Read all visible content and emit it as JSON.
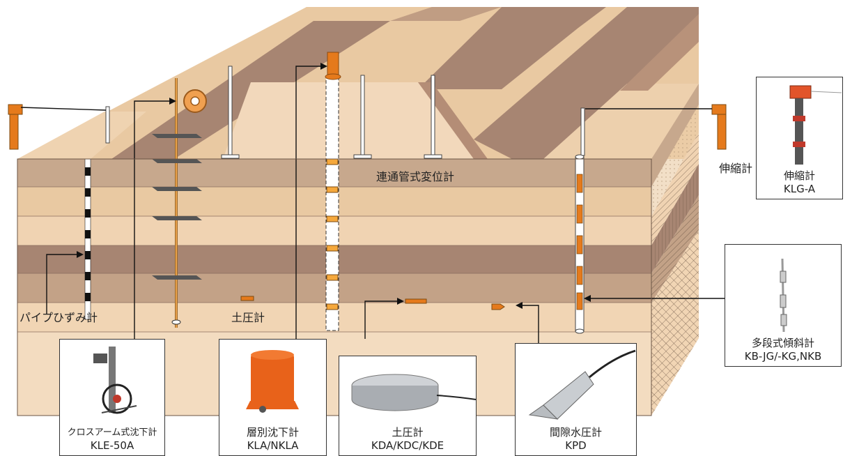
{
  "colors": {
    "layer_tan": "#e9c9a2",
    "layer_dark": "#a78572",
    "layer_mid": "#c09d83",
    "layer_light": "#f1d5b4",
    "instrument_orange": "#e57a1c",
    "outline": "#222222"
  },
  "labels": {
    "pipe_strain": "パイプひずみ計",
    "earth_pressure": "土圧計",
    "connected_pipe": "連通管式変位計",
    "extensometer": "伸縮計"
  },
  "cards": [
    {
      "id": "kle",
      "name": "クロスアーム式沈下計",
      "model": "KLE-50A",
      "icon": "cross-arm-settlement-gauge-icon"
    },
    {
      "id": "kla",
      "name": "層別沈下計",
      "model": "KLA/NKLA",
      "icon": "layered-settlement-gauge-icon"
    },
    {
      "id": "kda",
      "name": "土圧計",
      "model": "KDA/KDC/KDE",
      "icon": "earth-pressure-cell-icon"
    },
    {
      "id": "kpd",
      "name": "間隙水圧計",
      "model": "KPD",
      "icon": "piezometer-icon"
    },
    {
      "id": "kb",
      "name": "多段式傾斜計",
      "model": "KB-JG/-KG,NKB",
      "icon": "multi-stage-inclinometer-icon"
    },
    {
      "id": "klg",
      "name": "伸縮計",
      "model": "KLG-A",
      "icon": "extensometer-icon"
    }
  ]
}
